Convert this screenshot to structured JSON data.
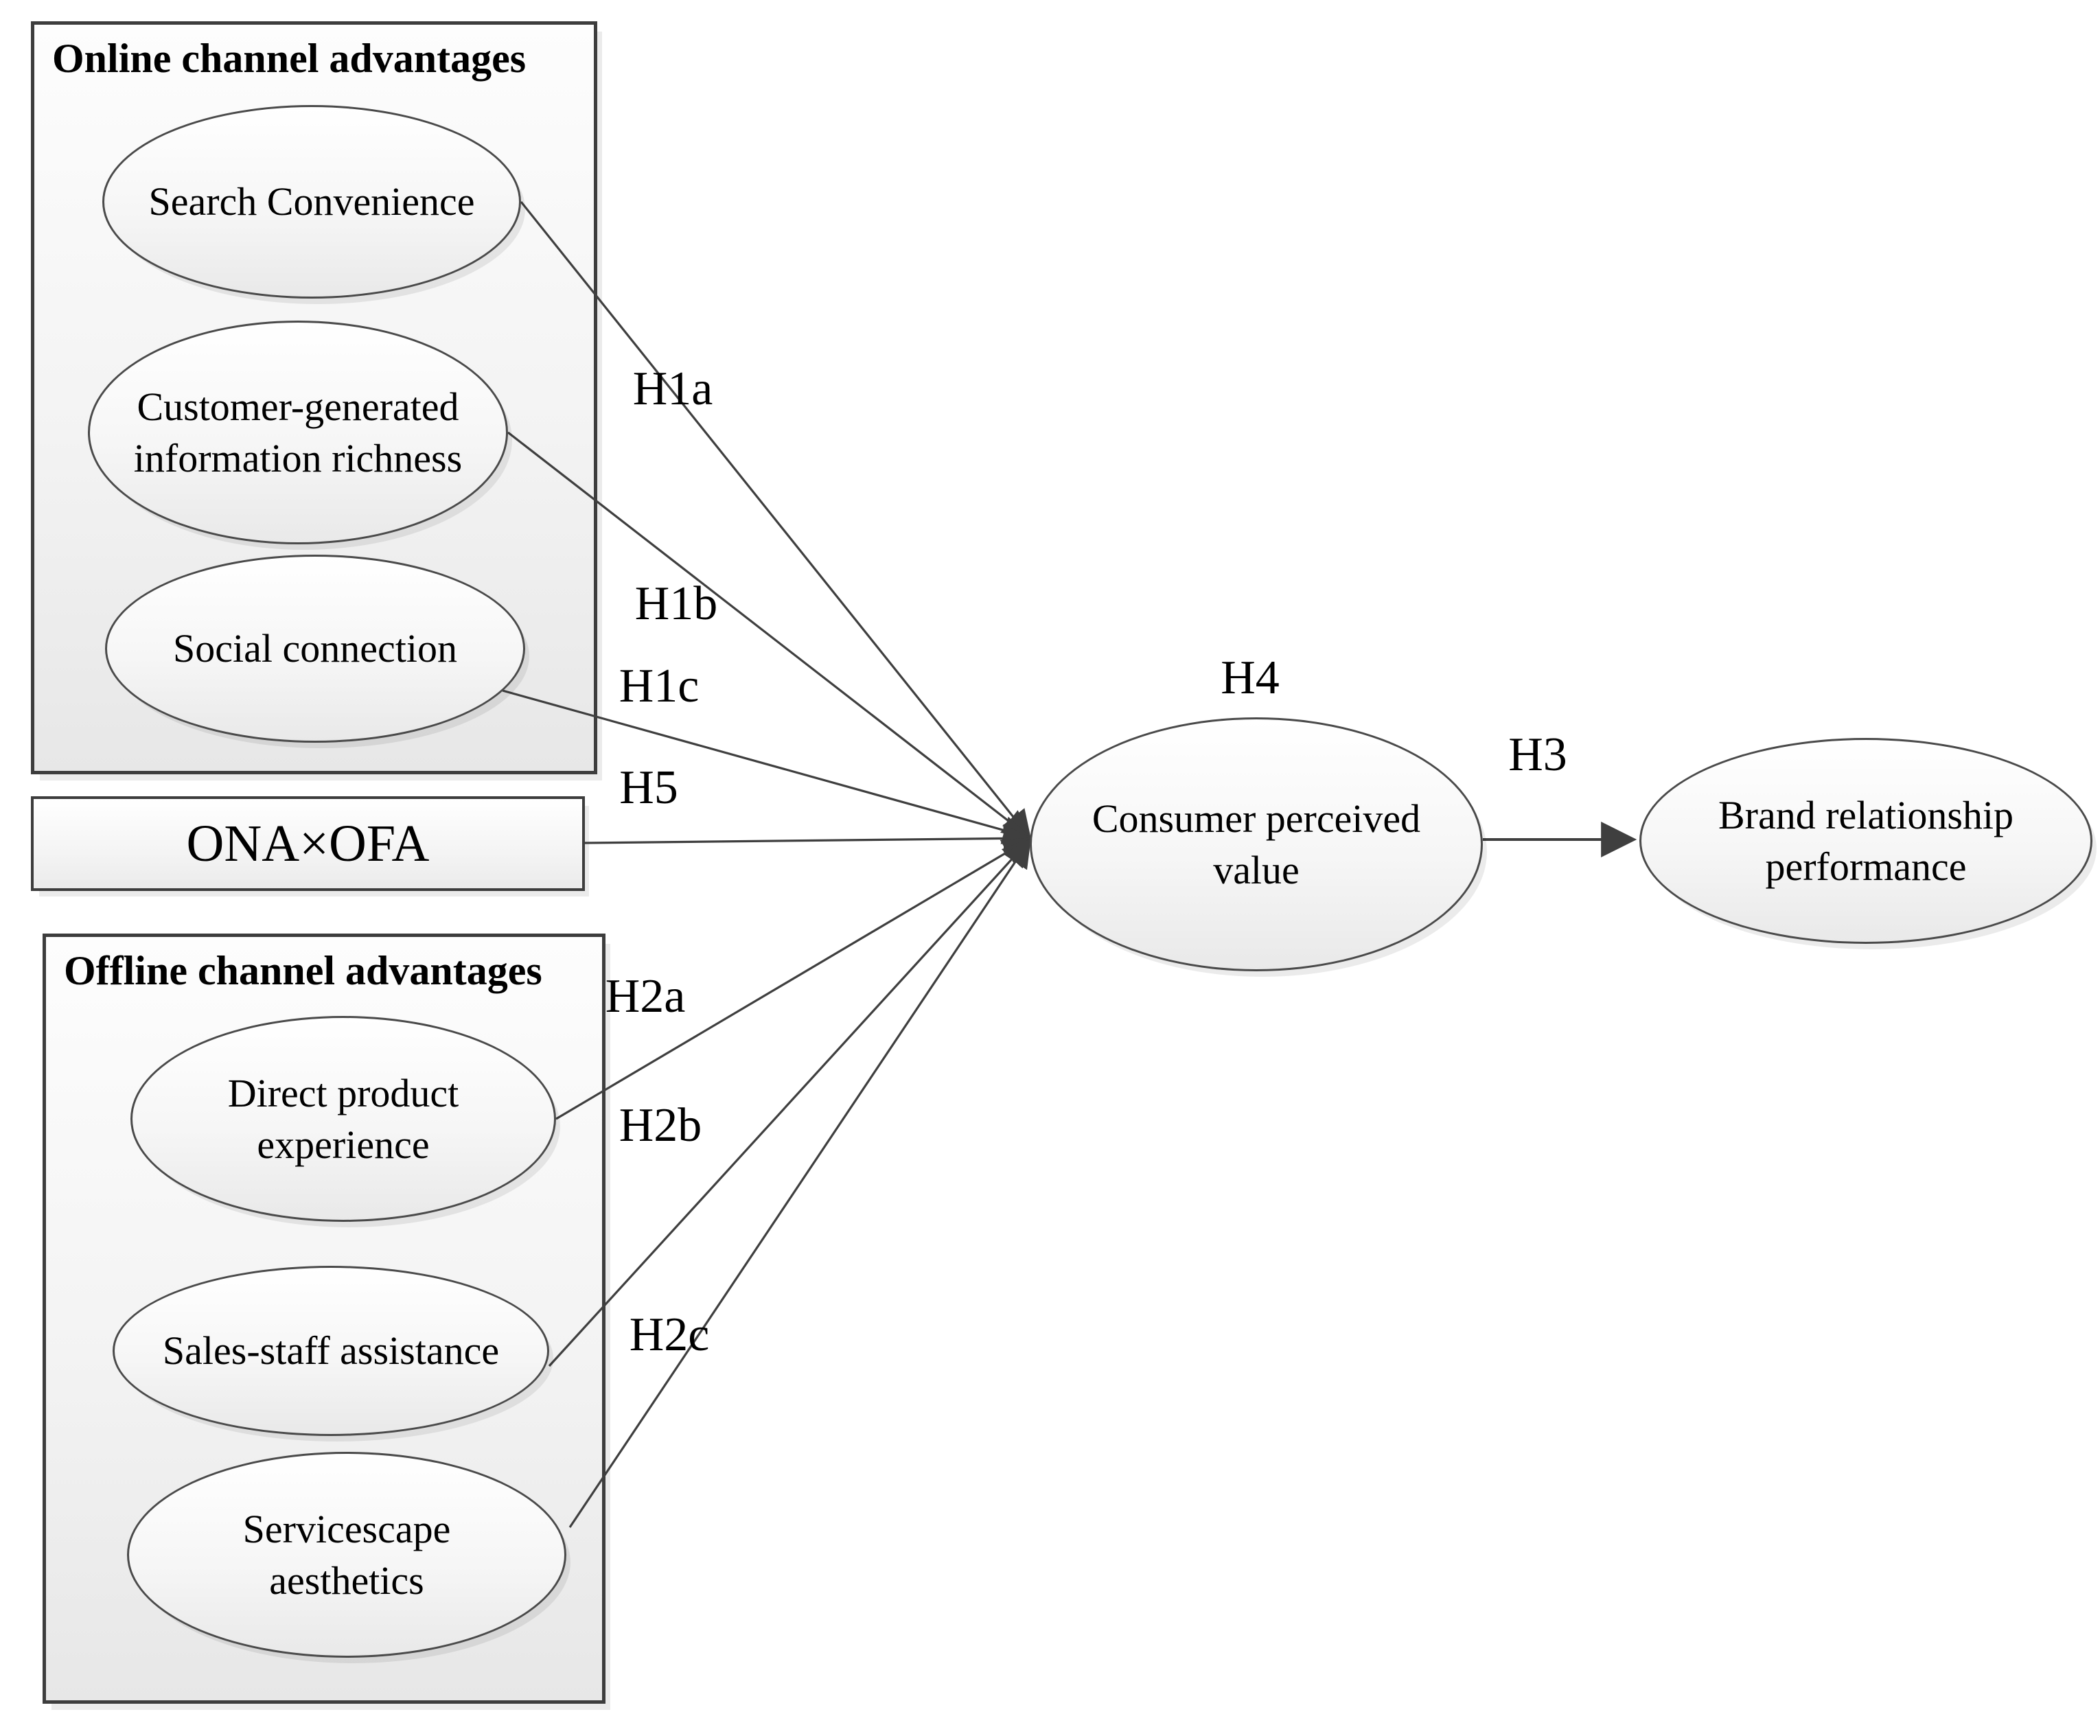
{
  "online_box": {
    "title": "Online channel advantages",
    "items": [
      "Search Convenience",
      "Customer-generated information richness",
      "Social connection"
    ]
  },
  "interaction_box": {
    "label": "ONA×OFA"
  },
  "offline_box": {
    "title": "Offline channel advantages",
    "items": [
      "Direct product experience",
      "Sales-staff assistance",
      "Servicescape aesthetics"
    ]
  },
  "mediator": {
    "label": "Consumer perceived value"
  },
  "outcome": {
    "label": "Brand relationship performance"
  },
  "hypotheses": {
    "h1a": "H1a",
    "h1b": "H1b",
    "h1c": "H1c",
    "h2a": "H2a",
    "h2b": "H2b",
    "h2c": "H2c",
    "h3": "H3",
    "h4": "H4",
    "h5": "H5"
  },
  "colors": {
    "line": "#3f3f3f",
    "shape_border": "#4a4a4a",
    "box_border": "#3d3d3d",
    "text": "#000000"
  }
}
